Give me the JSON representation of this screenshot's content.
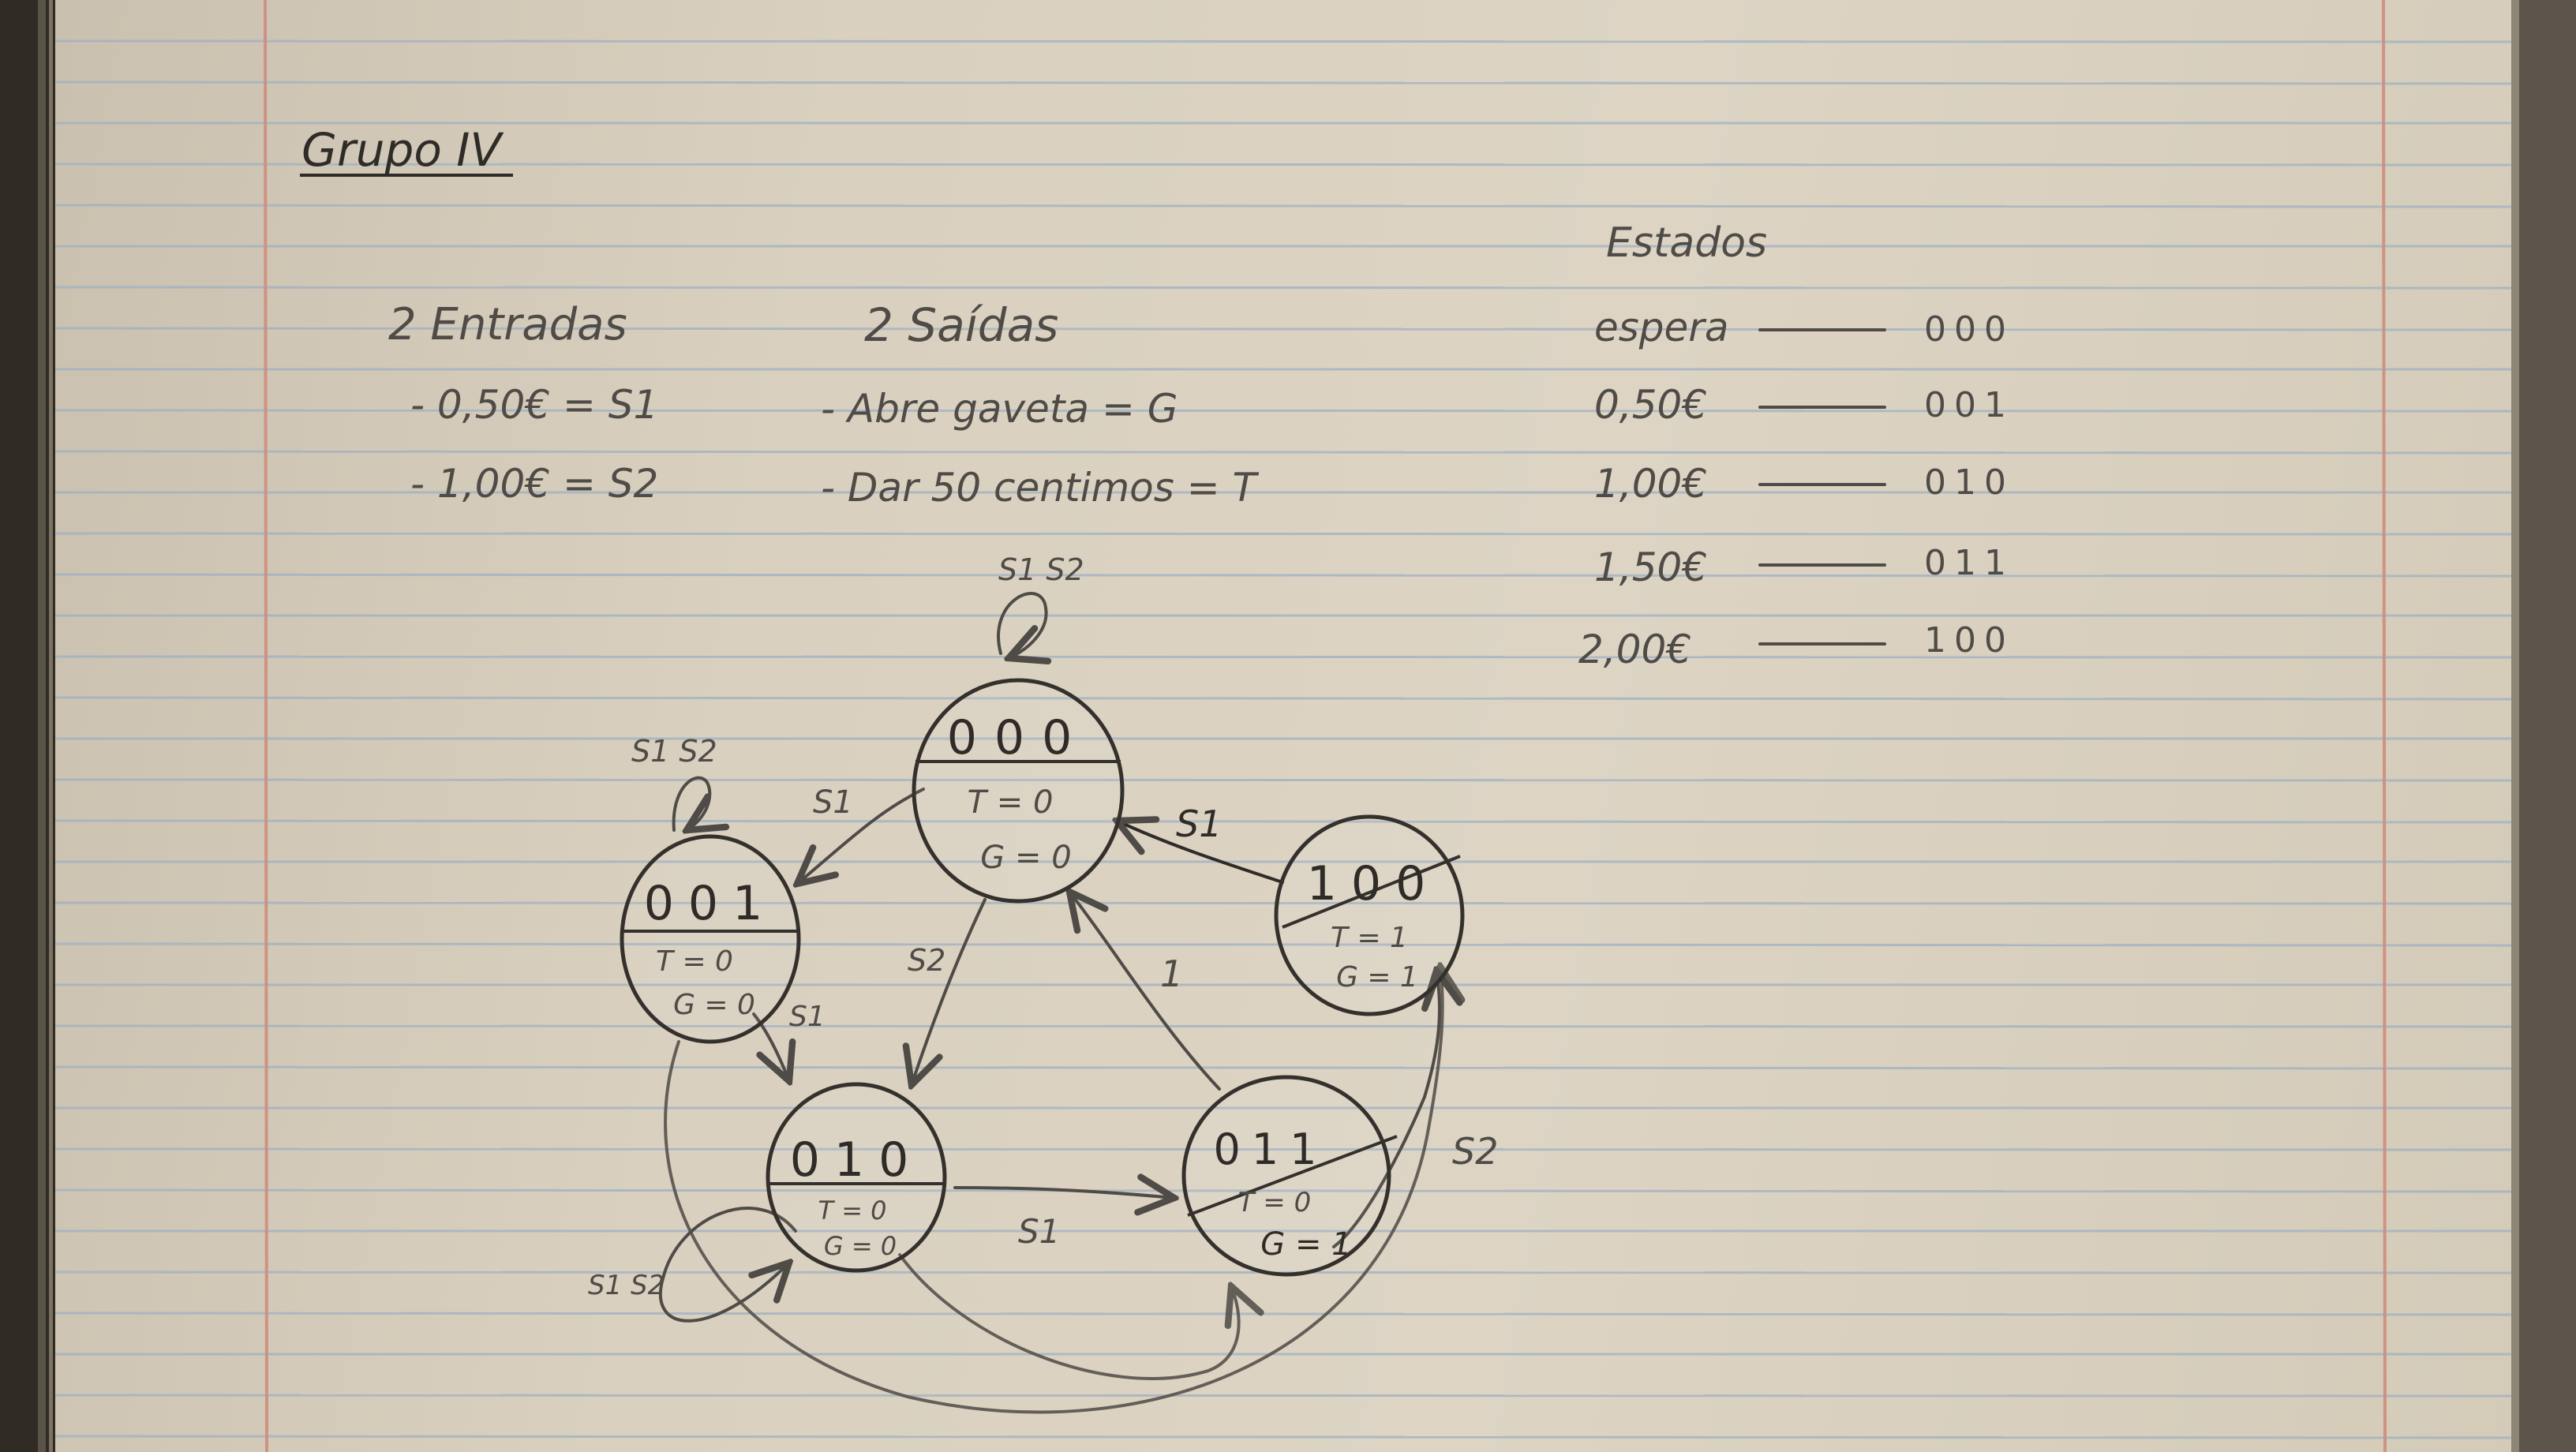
{
  "title": "Grupo IV",
  "inputs": {
    "heading": "2 Entradas",
    "items": [
      {
        "label": "- 0,50€ = S1"
      },
      {
        "label": "- 1,00€ = S2"
      }
    ]
  },
  "outputs": {
    "heading": "2 Saídas",
    "items": [
      {
        "label": "- Abre gaveta = G"
      },
      {
        "label": "- Dar 50 centimos = T"
      }
    ]
  },
  "states_table": {
    "heading": "Estados",
    "rows": [
      {
        "name": "espera",
        "code": "000"
      },
      {
        "name": "0,50€",
        "code": "001"
      },
      {
        "name": "1,00€",
        "code": "010"
      },
      {
        "name": "1,50€",
        "code": "011"
      },
      {
        "name": "2,00€",
        "code": "100"
      }
    ]
  },
  "diagram": {
    "states": [
      {
        "id": "s000",
        "code": "000",
        "t": "T = 0",
        "g": "G = 0"
      },
      {
        "id": "s001",
        "code": "001",
        "t": "T = 0",
        "g": "G = 0"
      },
      {
        "id": "s010",
        "code": "010",
        "t": "T = 0",
        "g": "G = 0"
      },
      {
        "id": "s011",
        "code": "011",
        "t": "T = 0",
        "g": "G = 1"
      },
      {
        "id": "s100",
        "code": "100",
        "t": "T = 1",
        "g": "G = 1"
      }
    ],
    "transition_labels": {
      "s000_self": "S1 S2",
      "s001_self": "S1 S2",
      "s010_self": "S1 S2",
      "s000_to_s001": "S1",
      "s000_to_s010": "S2",
      "s001_to_s010": "S1",
      "s010_to_s011": "S1",
      "s011_to_s000": "1",
      "s100_to_s000": "S1",
      "s011_to_s100": "S2"
    }
  }
}
